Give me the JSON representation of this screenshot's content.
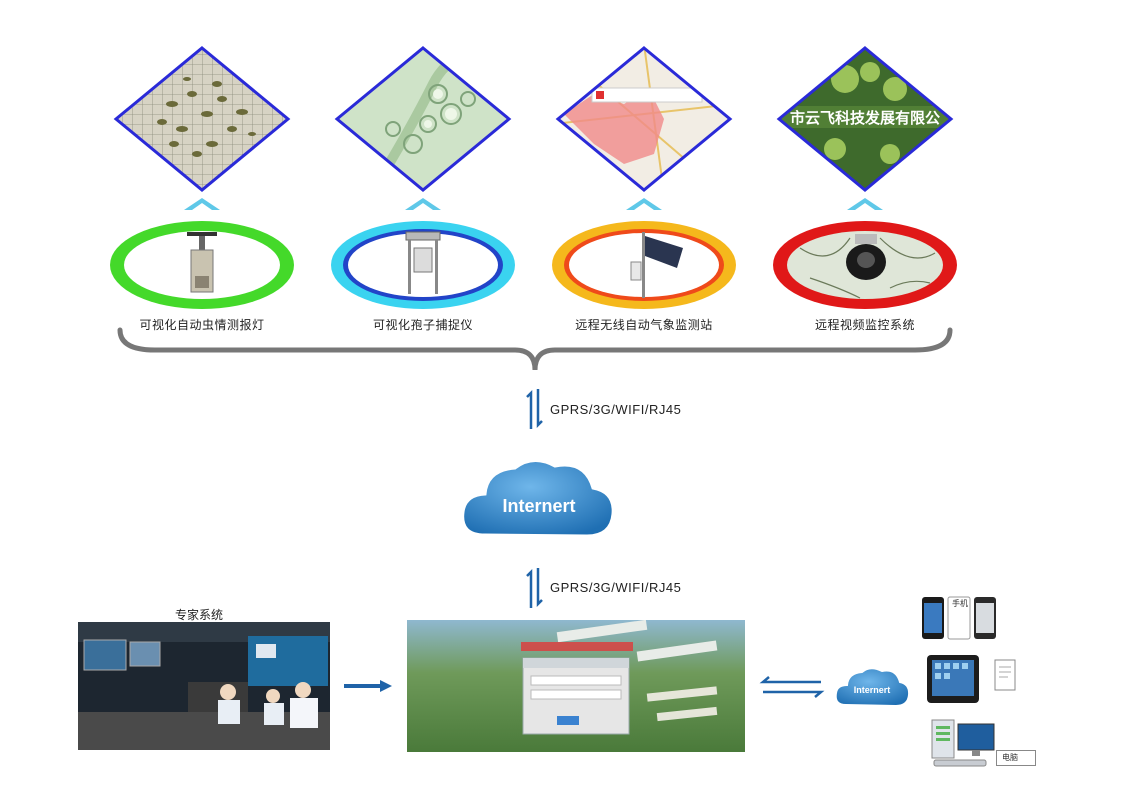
{
  "sensors": [
    {
      "label": "可视化自动虫情测报灯",
      "ring_outer": "#44d92a",
      "ring_inner": "#ffffff",
      "theme": "insects"
    },
    {
      "label": "可视化孢子捕捉仪",
      "ring_outer": "#3ad3f0",
      "ring_inner": "#2244c8",
      "theme": "spores"
    },
    {
      "label": "远程无线自动气象监测站",
      "ring_outer": "#f5b81c",
      "ring_inner": "#ef4a1a",
      "theme": "map"
    },
    {
      "label": "远程视频监控系统",
      "ring_outer": "#e01818",
      "ring_inner": "#ffffff",
      "theme": "orchard"
    }
  ],
  "orchard_caption": "市云飞科技发展有限公",
  "protocol_top": "GPRS/3G/WIFI/RJ45",
  "protocol_bottom": "GPRS/3G/WIFI/RJ45",
  "cloud_main_label": "Internert",
  "cloud_small_label": "Internert",
  "expert_label": "专家系统",
  "devices": {
    "phone_caption": "手机",
    "computer_caption": "电脑"
  },
  "colors": {
    "cloud_blue": "#1f6fb3",
    "arrow_blue": "#1f63a8",
    "diamond_border": "#2a2ad8",
    "brace": "#777777"
  }
}
